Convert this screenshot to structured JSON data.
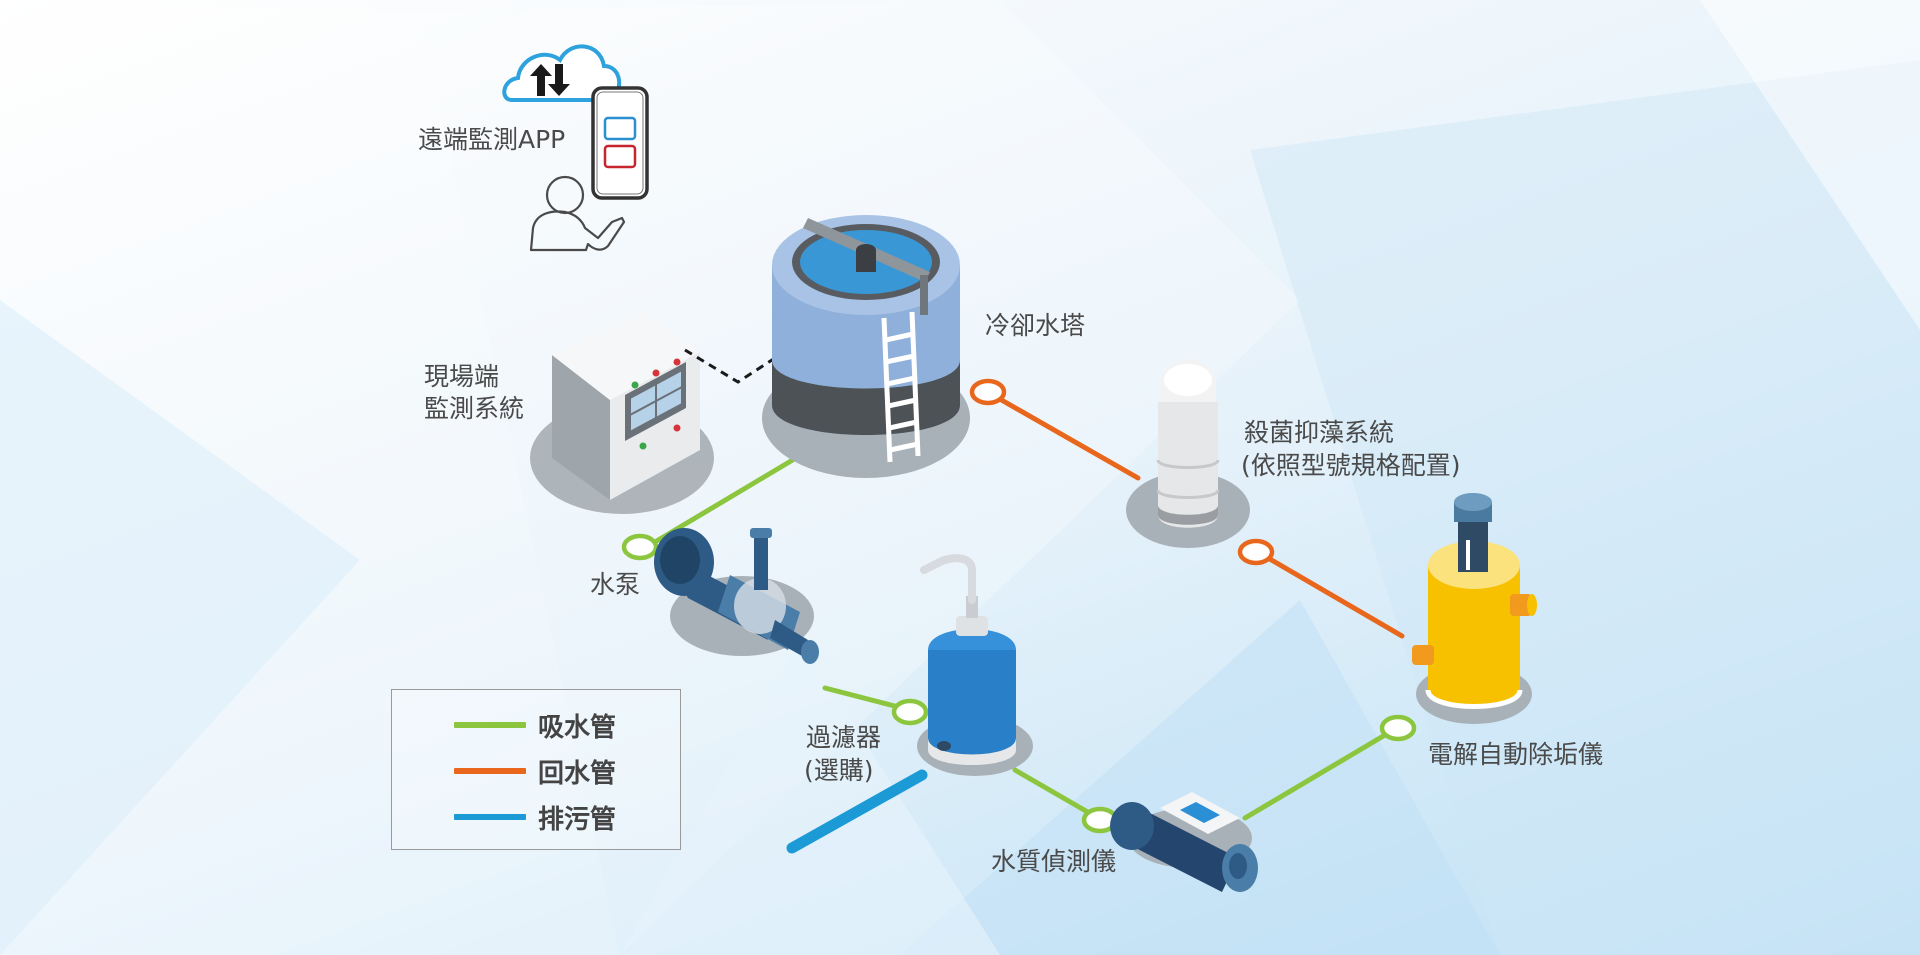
{
  "labels": {
    "remote_app": "遠端監測APP",
    "onsite_line1": "現場端",
    "onsite_line2": "監測系統",
    "cooling_tower": "冷卻水塔",
    "sterilize_line1": "殺菌抑藻系統",
    "sterilize_line2": "(依照型號規格配置)",
    "pump": "水泵",
    "filter_line1": "過濾器",
    "filter_line2": "(選購)",
    "water_quality": "水質偵測儀",
    "descaler": "電解自動除垢儀"
  },
  "legend": {
    "items": [
      {
        "label": "吸水管",
        "color": "#8cc63f"
      },
      {
        "label": "回水管",
        "color": "#e8671c"
      },
      {
        "label": "排污管",
        "color": "#1b9ad6"
      }
    ]
  },
  "colors": {
    "suction_pipe": "#8cc63f",
    "return_pipe": "#e8671c",
    "drain_pipe": "#1b9ad6",
    "tower_body": "#93b4dd",
    "tower_water": "#3a97d6",
    "descaler_body": "#f7c100",
    "filter_body": "#2a7fc9"
  },
  "icons": [
    "cloud-sync-icon",
    "smartphone-icon",
    "user-icon"
  ]
}
